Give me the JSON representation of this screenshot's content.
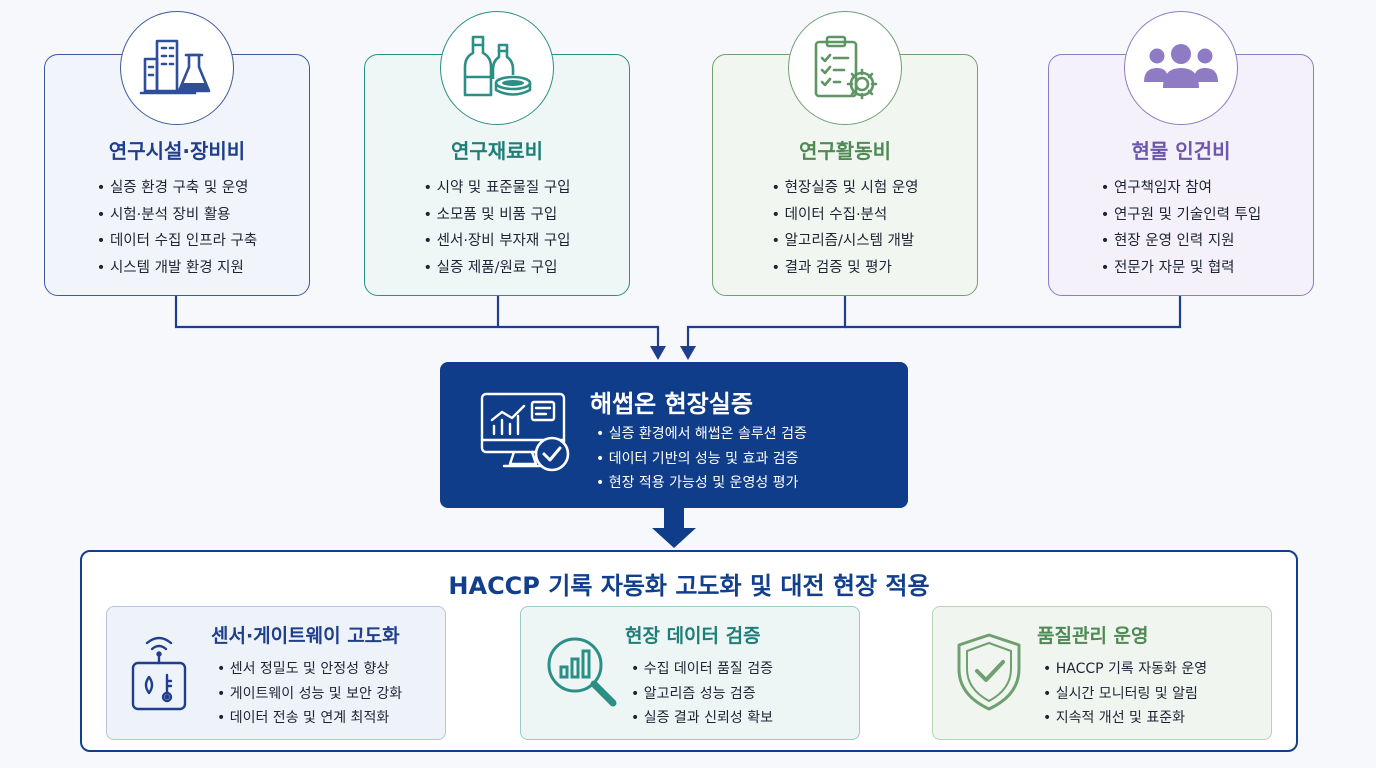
{
  "cards": [
    {
      "title": "연구시설·장비비",
      "icon": "lab-building-flask-icon",
      "items": [
        "실증 환경 구축 및 운영",
        "시험·분석 장비 활용",
        "데이터 수집 인프라 구축",
        "시스템 개발 환경 지원"
      ]
    },
    {
      "title": "연구재료비",
      "icon": "bottles-petri-dish-icon",
      "items": [
        "시약 및 표준물질 구입",
        "소모품 및 비품 구입",
        "센서·장비 부자재 구입",
        "실증 제품/원료 구입"
      ]
    },
    {
      "title": "연구활동비",
      "icon": "clipboard-gear-icon",
      "items": [
        "현장실증 및 시험 운영",
        "데이터 수집·분석",
        "알고리즘/시스템 개발",
        "결과 검증 및 평가"
      ]
    },
    {
      "title": "현물 인건비",
      "icon": "people-group-icon",
      "items": [
        "연구책임자 참여",
        "연구원 및 기술인력 투입",
        "현장 운영 인력 지원",
        "전문가 자문 및 협력"
      ]
    }
  ],
  "center": {
    "title": "해썹온 현장실증",
    "icon": "monitor-chart-check-icon",
    "items": [
      "실증 환경에서 해썹온 솔루션 검증",
      "데이터 기반의 성능 및 효과 검증",
      "현장 적용 가능성 및 운영성 평가"
    ]
  },
  "bottom": {
    "title": "HACCP 기록 자동화 고도화 및 대전 현장 적용",
    "stages": [
      {
        "title": "센서·게이트웨이 고도화",
        "icon": "sensor-device-icon",
        "items": [
          "센서 정밀도 및 안정성 향상",
          "게이트웨이 성능 및 보안 강화",
          "데이터 전송 및 연계 최적화"
        ]
      },
      {
        "title": "현장 데이터 검증",
        "icon": "magnifier-chart-icon",
        "items": [
          "수집 데이터 품질 검증",
          "알고리즘 성능 검증",
          "실증 결과 신뢰성 확보"
        ]
      },
      {
        "title": "품질관리 운영",
        "icon": "shield-check-icon",
        "items": [
          "HACCP 기록 자동화 운영",
          "실시간 모니터링 및 알림",
          "지속적 개선 및 표준화"
        ]
      }
    ]
  },
  "colors": {
    "navy": "#0f3d8a",
    "blue": "#3d5a9b",
    "teal": "#2c8f86",
    "green": "#6fa071",
    "purple": "#8e7bc4"
  }
}
